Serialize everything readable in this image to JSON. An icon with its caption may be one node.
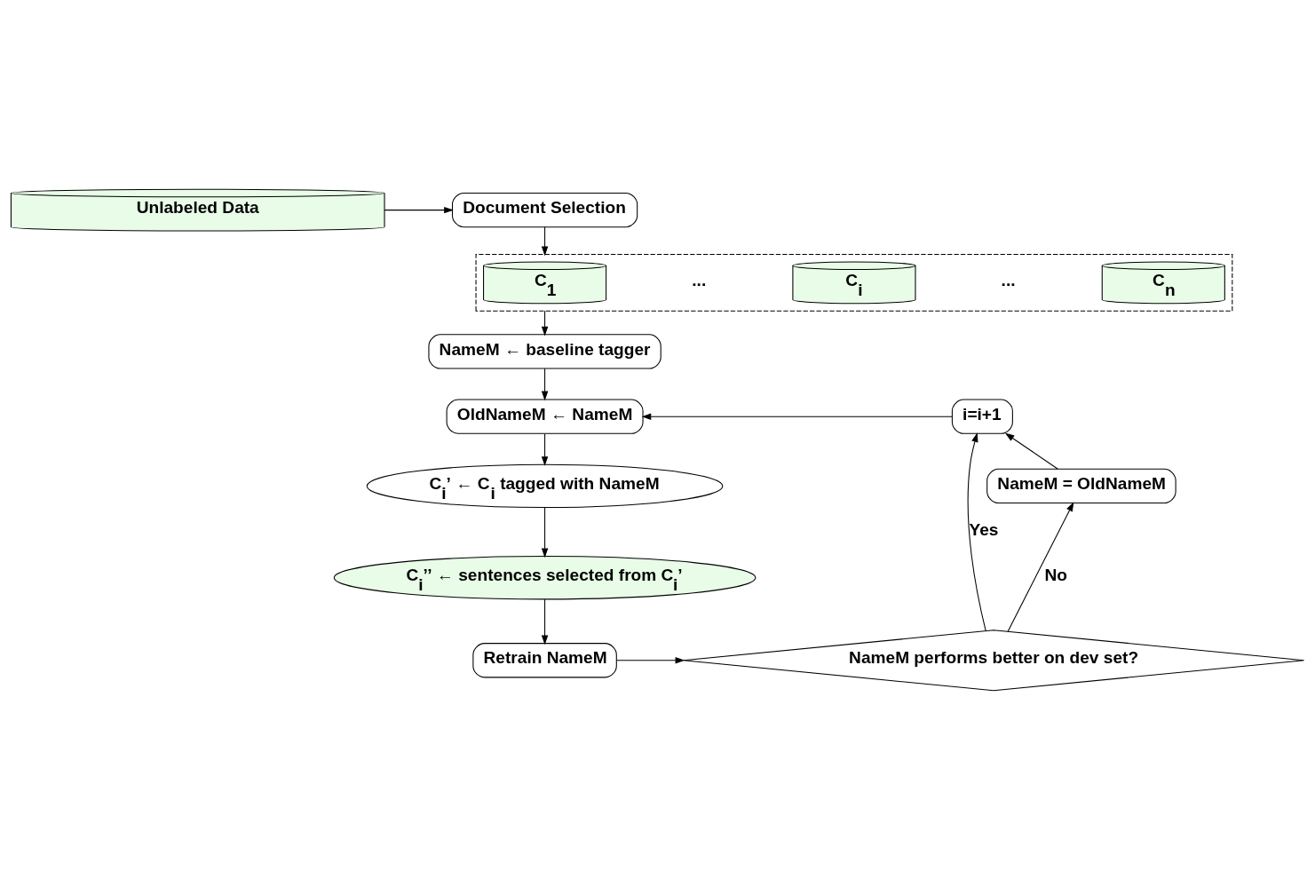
{
  "diagram": {
    "nodes": [
      {
        "text": [
          "Unlabeled Data"
        ]
      },
      {
        "text": [
          "Document Selection"
        ]
      },
      {
        "text": [],
        "shape": "box"
      },
      {
        "text": [
          "C$_{1}$"
        ],
        "in": 2
      },
      {
        "text": [
          "C$_{i}$"
        ],
        "in": 2
      },
      {
        "text": [
          "C$_{n}$"
        ],
        "in": 2
      },
      {
        "text": [
          "NameM ← baseline tagger"
        ]
      },
      {
        "text": [
          "OldNameM ← NameM"
        ]
      },
      {
        "text": [
          "C$_{i}$’ ← C$_{i}$ tagged with NameM"
        ]
      },
      {
        "text": [
          "C$_{i}$’’ ← sentences selected from C$_{i}$’"
        ]
      },
      {
        "text": [
          "Retrain NameM"
        ]
      },
      {
        "text": [
          "NameM performs better on dev set?"
        ]
      },
      {
        "text": [
          "NameM = OldNameM"
        ]
      },
      {
        "text": [
          "i=i+1"
        ]
      }
    ],
    "edges": [
      {
        "from": 0,
        "to": 1,
        "arrow": "to"
      },
      {
        "from": 1,
        "to": 2,
        "arrow": "to"
      },
      {
        "from": 2,
        "to": 6,
        "arrow": "to"
      },
      {
        "from": 6,
        "to": 7,
        "arrow": "to"
      },
      {
        "from": 7,
        "to": 8,
        "arrow": "to"
      },
      {
        "from": 8,
        "to": 9,
        "arrow": "to"
      },
      {
        "from": 9,
        "to": 10,
        "arrow": "to"
      },
      {
        "from": 10,
        "to": 11,
        "arrow": "to"
      },
      {
        "from": 11,
        "to": 12,
        "arrow": "to",
        "label": "No"
      },
      {
        "from": 11,
        "to": 13,
        "arrow": "to",
        "label": "Yes"
      },
      {
        "from": 12,
        "to": 13,
        "arrow": "to"
      },
      {
        "from": 13,
        "to": 7,
        "arrow": "to"
      }
    ],
    "labels": [
      "...",
      "..."
    ]
  }
}
